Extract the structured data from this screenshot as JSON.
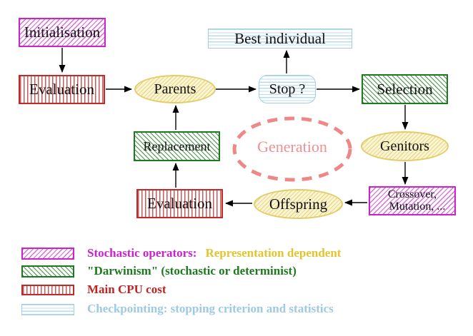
{
  "nodes": {
    "initialisation": "Initialisation",
    "evaluation_top": "Evaluation",
    "parents": "Parents",
    "best_individual": "Best individual",
    "stop": "Stop ?",
    "selection": "Selection",
    "replacement": "Replacement",
    "generation": "Generation",
    "genitors": "Genitors",
    "crossover_line1": "Crossover,",
    "crossover_line2": "Mutation, ...",
    "offspring": "Offspring",
    "evaluation_bottom": "Evaluation"
  },
  "legend": [
    {
      "swatch": "magenta-diagonal-hatch",
      "text": "Stochastic operators:",
      "text2": "Representation dependent"
    },
    {
      "swatch": "green-diagonal-hatch",
      "text": "\"Darwinism\" (stochastic or determinist)"
    },
    {
      "swatch": "red-vertical-hatch",
      "text": "Main CPU cost"
    },
    {
      "swatch": "cyan-horizontal-hatch",
      "text": "Checkpointing: stopping criterion and statistics"
    }
  ],
  "colors": {
    "magenta": "#cc22cc",
    "gold": "#e3c430",
    "green": "#1d791d",
    "red": "#c32222",
    "cyan_border": "#a3cde2",
    "cyan_text": "#9ecae1",
    "yellow_border": "#e2cd6a",
    "salmon": "#ee8888",
    "arrow": "#000000"
  }
}
